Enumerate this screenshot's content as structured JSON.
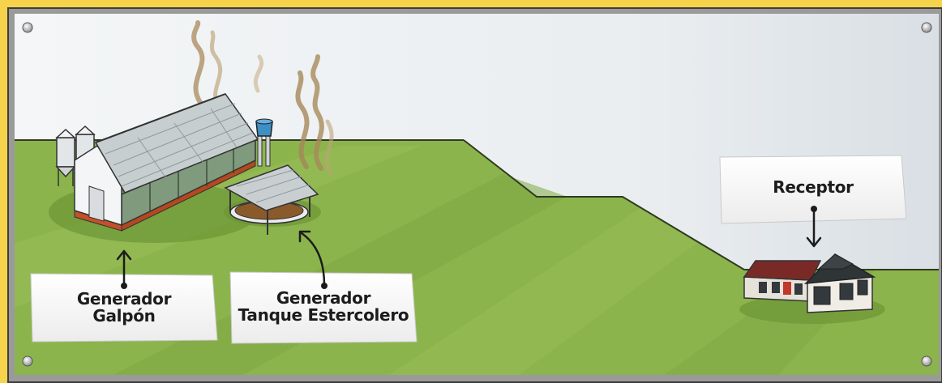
{
  "labels": {
    "generador_galpon": {
      "line1": "Generador",
      "line2": "Galpón"
    },
    "generador_tanque": {
      "line1": "Generador",
      "line2": "Tanque Estercolero"
    },
    "receptor": "Receptor"
  },
  "colors": {
    "frame_yellow": "#f6d34a",
    "frame_border": "#4a4a4a",
    "sky": "#eef1f3",
    "grass_light": "#8cb44c",
    "grass_mid": "#7aa43f",
    "grass_dark": "#6c9536",
    "card": "#fbfbfb",
    "ink": "#1c1c1c"
  },
  "icons": [
    "screw-icon",
    "greenhouse-icon",
    "silo-icon",
    "water-tank-icon",
    "manure-tank-icon",
    "house-icon",
    "odor-plume-icon",
    "arrow-icon"
  ]
}
